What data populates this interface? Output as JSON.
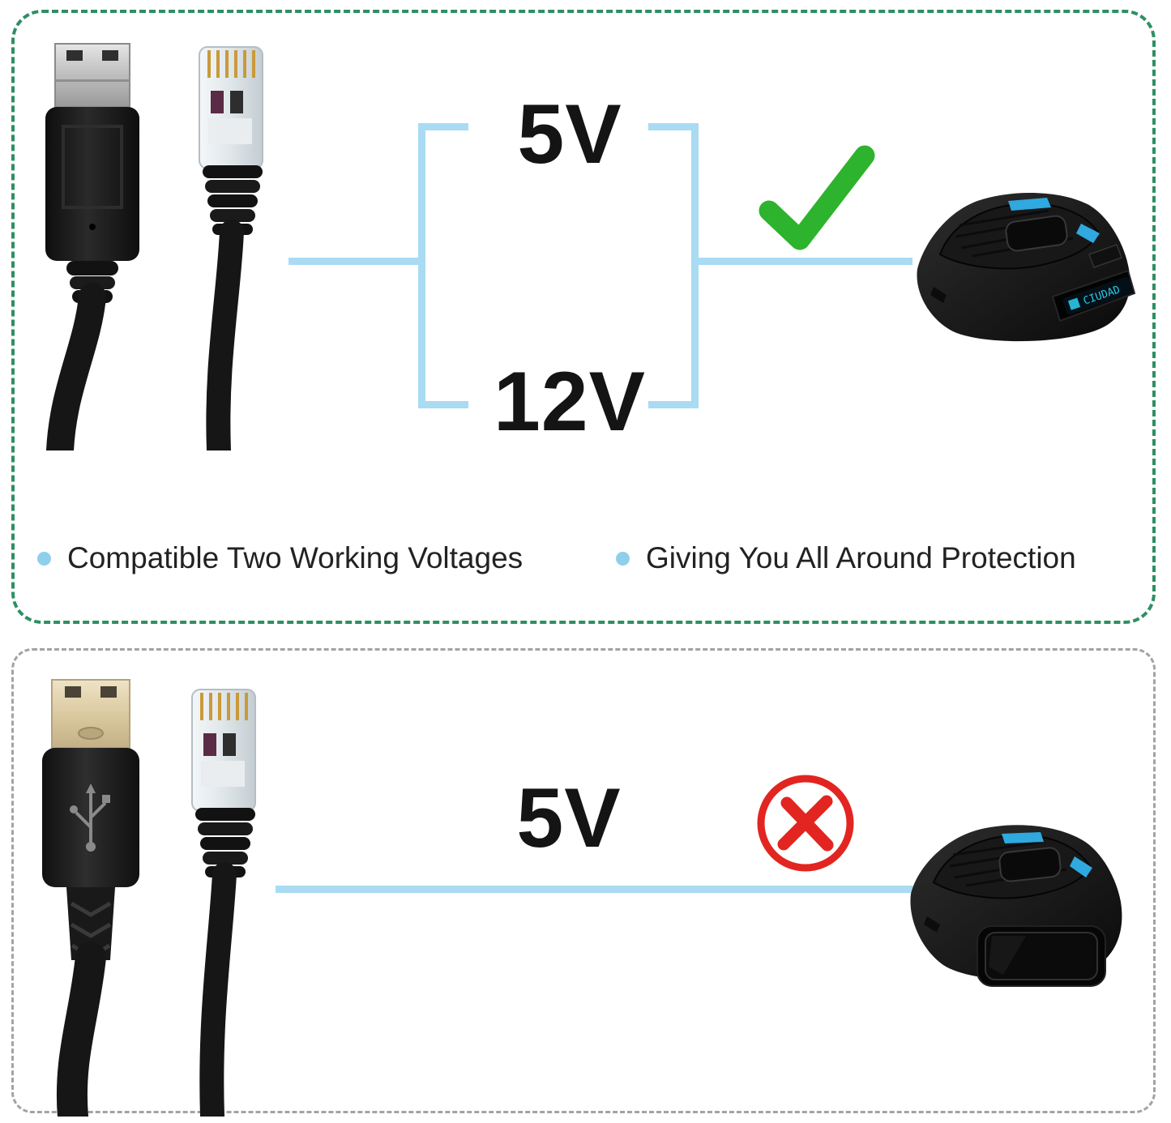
{
  "top_panel": {
    "voltages": {
      "high": "5V",
      "low": "12V"
    },
    "bullets": [
      {
        "label": "Compatible Two Working Voltages"
      },
      {
        "label": "Giving You All Around Protection"
      }
    ],
    "device_display_text": "CIUDAD",
    "result_icon": "check-icon"
  },
  "bottom_panel": {
    "voltage": "5V",
    "result_icon": "cross-icon"
  },
  "icons": {
    "usb_plug": "usb-connector-icon",
    "rj11_plug": "rj11-connector-icon",
    "check": "check-icon",
    "cross": "cross-icon",
    "radar_detector": "radar-detector-image"
  },
  "colors": {
    "accent_line": "#a9dbf3",
    "bullet_dot": "#8ecfec",
    "check_green": "#2db32d",
    "cross_red": "#e22520",
    "panel_top_border": "#2e8f63",
    "panel_bottom_border": "#a3a3a3",
    "text_dark": "#141414",
    "device_blue": "#2fa9df",
    "display_teal": "#2ec8e6",
    "cable_black": "#161616",
    "usb_gold": "#d9c79d"
  }
}
